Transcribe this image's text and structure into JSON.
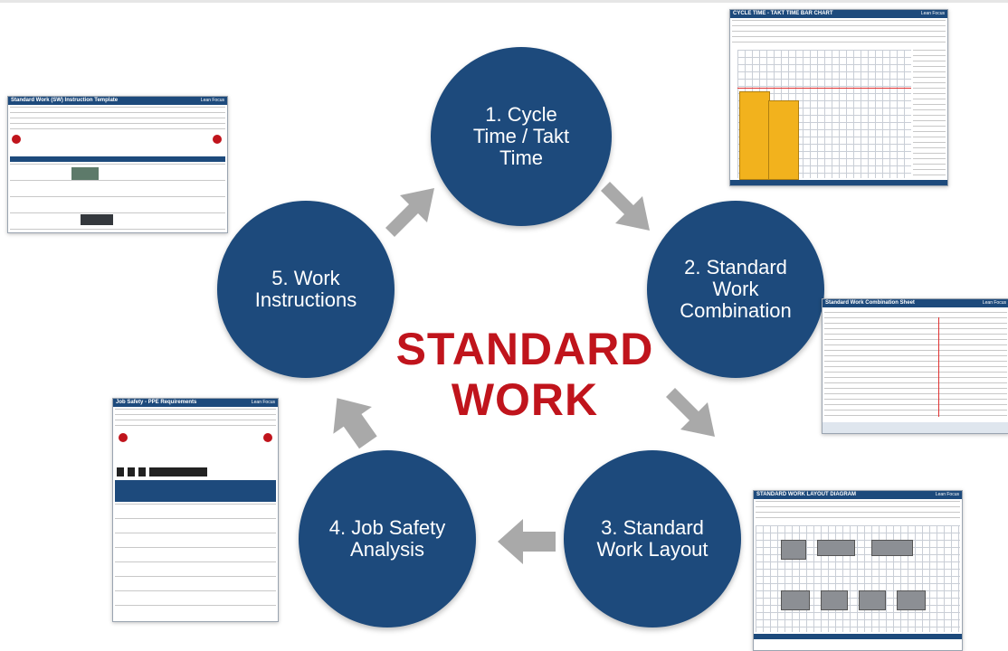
{
  "diagram": {
    "title_line1": "STANDARD",
    "title_line2": "WORK",
    "steps": [
      {
        "label": "1. Cycle Time / Takt Time"
      },
      {
        "label": "2. Standard Work Combination"
      },
      {
        "label": "3. Standard Work Layout"
      },
      {
        "label": "4. Job Safety Analysis"
      },
      {
        "label": "5. Work Instructions"
      }
    ],
    "colors": {
      "circle": "#1d4a7c",
      "title": "#c0141c",
      "arrow": "#a9a9a9"
    }
  },
  "thumbnails": {
    "cycle_time": {
      "title": "CYCLE TIME - TAKT TIME BAR CHART",
      "brand": "Lean Focus"
    },
    "combination": {
      "title": "Standard Work Combination Sheet",
      "brand": "Lean Focus"
    },
    "layout": {
      "title": "STANDARD WORK LAYOUT DIAGRAM",
      "brand": "Lean Focus"
    },
    "job_safety": {
      "title": "Job Safety - PPE Requirements",
      "brand": "Lean Focus"
    },
    "work_instructions": {
      "title": "Standard Work (SW) Instruction Template",
      "brand": "Lean Focus"
    }
  }
}
